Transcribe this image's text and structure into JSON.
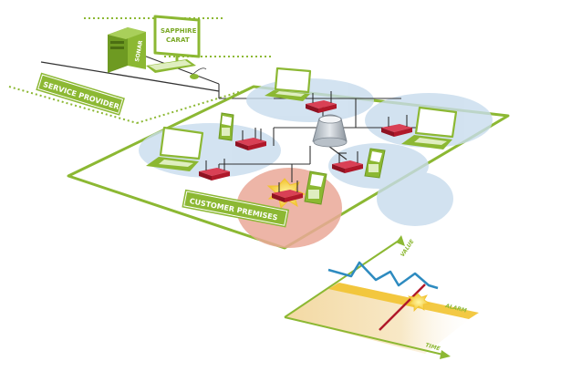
{
  "labels": {
    "service_provider": "SERVICE PROVIDER",
    "customer_premises": "CUSTOMER PREMISES"
  },
  "server": {
    "name": "SONAR"
  },
  "monitor": {
    "line1": "SAPPHIRE",
    "line2": "CARAT"
  },
  "graph": {
    "y_axis": "VALUE",
    "x_axis": "TIME",
    "threshold": "ALARM"
  },
  "colors": {
    "frame_green": "#8cb833",
    "router_red": "#b0182a",
    "coverage_blue": "#c8dced",
    "alarm_zone": "#eaa898",
    "trend_blue": "#2e8bc0",
    "alarm_yellow": "#f2c330"
  }
}
